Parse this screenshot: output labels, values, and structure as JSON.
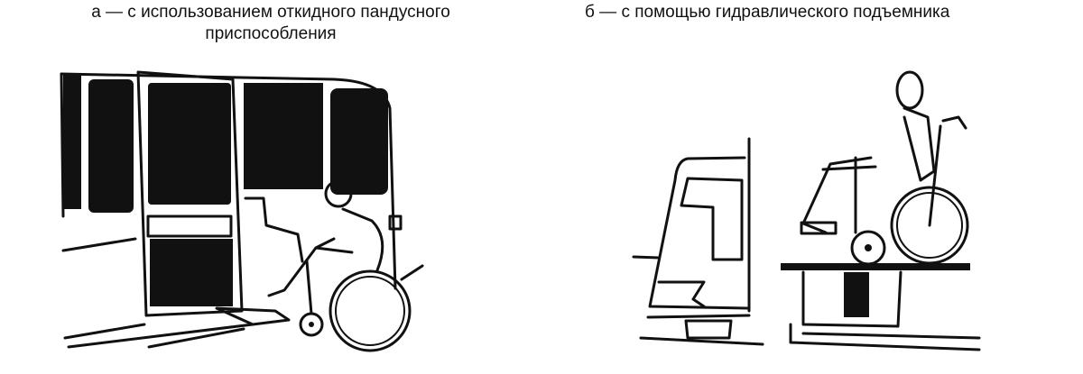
{
  "figures": [
    {
      "id": "a",
      "caption_line1": "а — с использованием откидного пандусного",
      "caption_line2": "приспособления",
      "illustration": "wheelchair-user-boarding-van-via-fold-out-ramp-icon"
    },
    {
      "id": "b",
      "caption_line1": "б — с помощью гидравлического подъемника",
      "illustration": "wheelchair-user-on-hydraulic-lift-icon"
    }
  ],
  "colors": {
    "ink": "#111111",
    "paper": "#ffffff"
  }
}
